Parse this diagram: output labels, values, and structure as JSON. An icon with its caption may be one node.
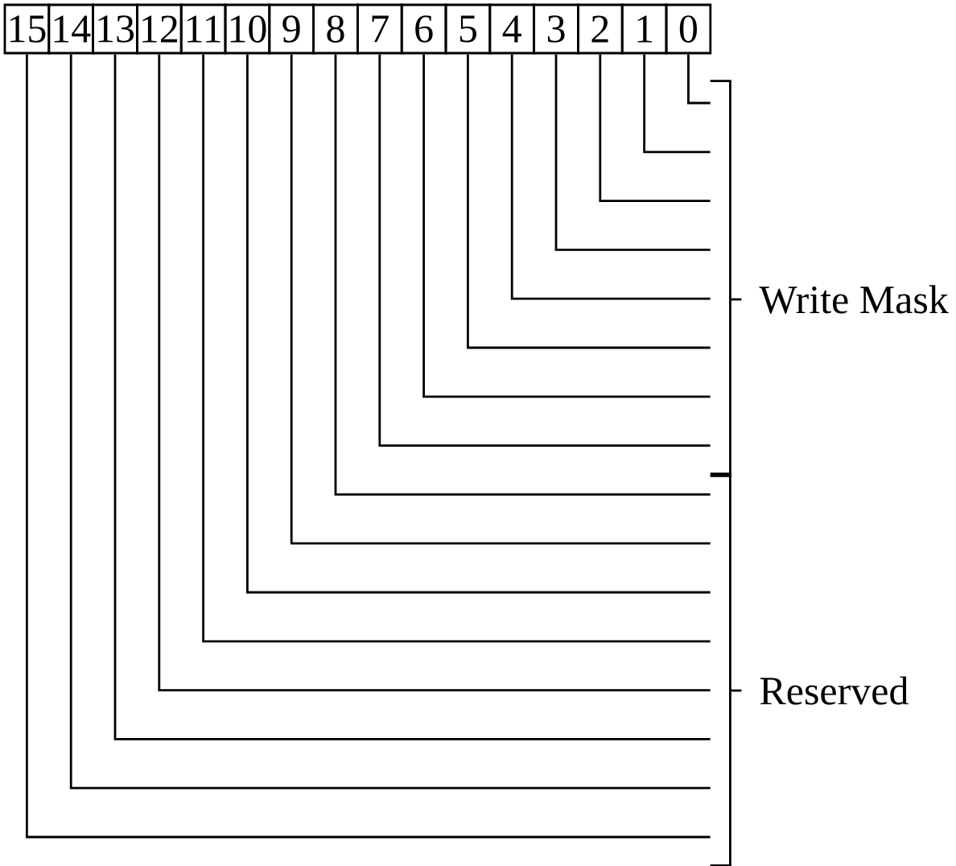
{
  "diagram": {
    "nodes": [
      {
        "text": [
          "15"
        ]
      },
      {
        "text": [
          "14"
        ]
      },
      {
        "text": [
          "13"
        ]
      },
      {
        "text": [
          "12"
        ]
      },
      {
        "text": [
          "11"
        ]
      },
      {
        "text": [
          "10"
        ]
      },
      {
        "text": [
          "9"
        ]
      },
      {
        "text": [
          "8"
        ]
      },
      {
        "text": [
          "7"
        ]
      },
      {
        "text": [
          "6"
        ]
      },
      {
        "text": [
          "5"
        ]
      },
      {
        "text": [
          "4"
        ]
      },
      {
        "text": [
          "3"
        ]
      },
      {
        "text": [
          "2"
        ]
      },
      {
        "text": [
          "1"
        ]
      },
      {
        "text": [
          "0"
        ]
      },
      {
        "text": [],
        "shape": "bracket",
        "beside": [
          "Write Mask"
        ]
      },
      {
        "text": [],
        "shape": "bracket",
        "beside": [
          "Reserved"
        ]
      }
    ],
    "edges": [
      {
        "from": 15,
        "to": 16,
        "arrow": "none"
      },
      {
        "from": 14,
        "to": 16,
        "arrow": "none"
      },
      {
        "from": 13,
        "to": 16,
        "arrow": "none"
      },
      {
        "from": 12,
        "to": 16,
        "arrow": "none"
      },
      {
        "from": 11,
        "to": 16,
        "arrow": "none"
      },
      {
        "from": 10,
        "to": 16,
        "arrow": "none"
      },
      {
        "from": 9,
        "to": 16,
        "arrow": "none"
      },
      {
        "from": 8,
        "to": 16,
        "arrow": "none"
      },
      {
        "from": 7,
        "to": 17,
        "arrow": "none"
      },
      {
        "from": 6,
        "to": 17,
        "arrow": "none"
      },
      {
        "from": 5,
        "to": 17,
        "arrow": "none"
      },
      {
        "from": 4,
        "to": 17,
        "arrow": "none"
      },
      {
        "from": 3,
        "to": 17,
        "arrow": "none"
      },
      {
        "from": 2,
        "to": 17,
        "arrow": "none"
      },
      {
        "from": 1,
        "to": 17,
        "arrow": "none"
      },
      {
        "from": 0,
        "to": 17,
        "arrow": "none"
      }
    ]
  }
}
